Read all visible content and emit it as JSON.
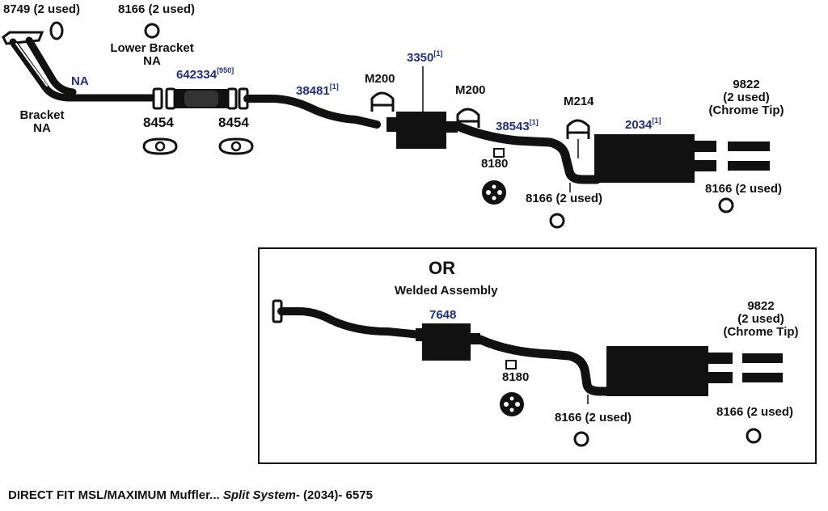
{
  "top": {
    "l_8749": "8749 (2 used)",
    "l_8166_a": "8166 (2 used)",
    "lower_bracket": "Lower Bracket",
    "lower_bracket_na": "NA",
    "na_pipe": "NA",
    "bracket": "Bracket",
    "bracket_na": "NA",
    "p642334": "642334",
    "p642334_sup": "[950]",
    "g8454_a": "8454",
    "g8454_b": "8454",
    "p38481": "38481",
    "p38481_sup": "[1]",
    "m200_a": "M200",
    "p3350": "3350",
    "p3350_sup": "[1]",
    "m200_b": "M200",
    "p38543": "38543",
    "p38543_sup": "[1]",
    "m214": "M214",
    "p2034": "2034",
    "p2034_sup": "[1]",
    "t9822": "9822",
    "t9822_used": "(2 used)",
    "t9822_tip": "(Chrome Tip)",
    "h8180": "8180",
    "l_8166_b": "8166 (2 used)",
    "l_8166_c": "8166 (2 used)"
  },
  "alt": {
    "or": "OR",
    "welded": "Welded Assembly",
    "p7648": "7648",
    "t9822": "9822",
    "t9822_used": "(2 used)",
    "t9822_tip": "(Chrome Tip)",
    "h8180": "8180",
    "l_8166_a": "8166 (2 used)",
    "l_8166_b": "8166 (2 used)"
  },
  "caption": {
    "main": "DIRECT FIT MSL/MAXIMUM Muffler...",
    "italic": " Split System",
    "rest": "- (2034)- 6575"
  },
  "colors": {
    "part": "#111111",
    "part_number": "#1f2f86",
    "background": "#ffffff"
  }
}
